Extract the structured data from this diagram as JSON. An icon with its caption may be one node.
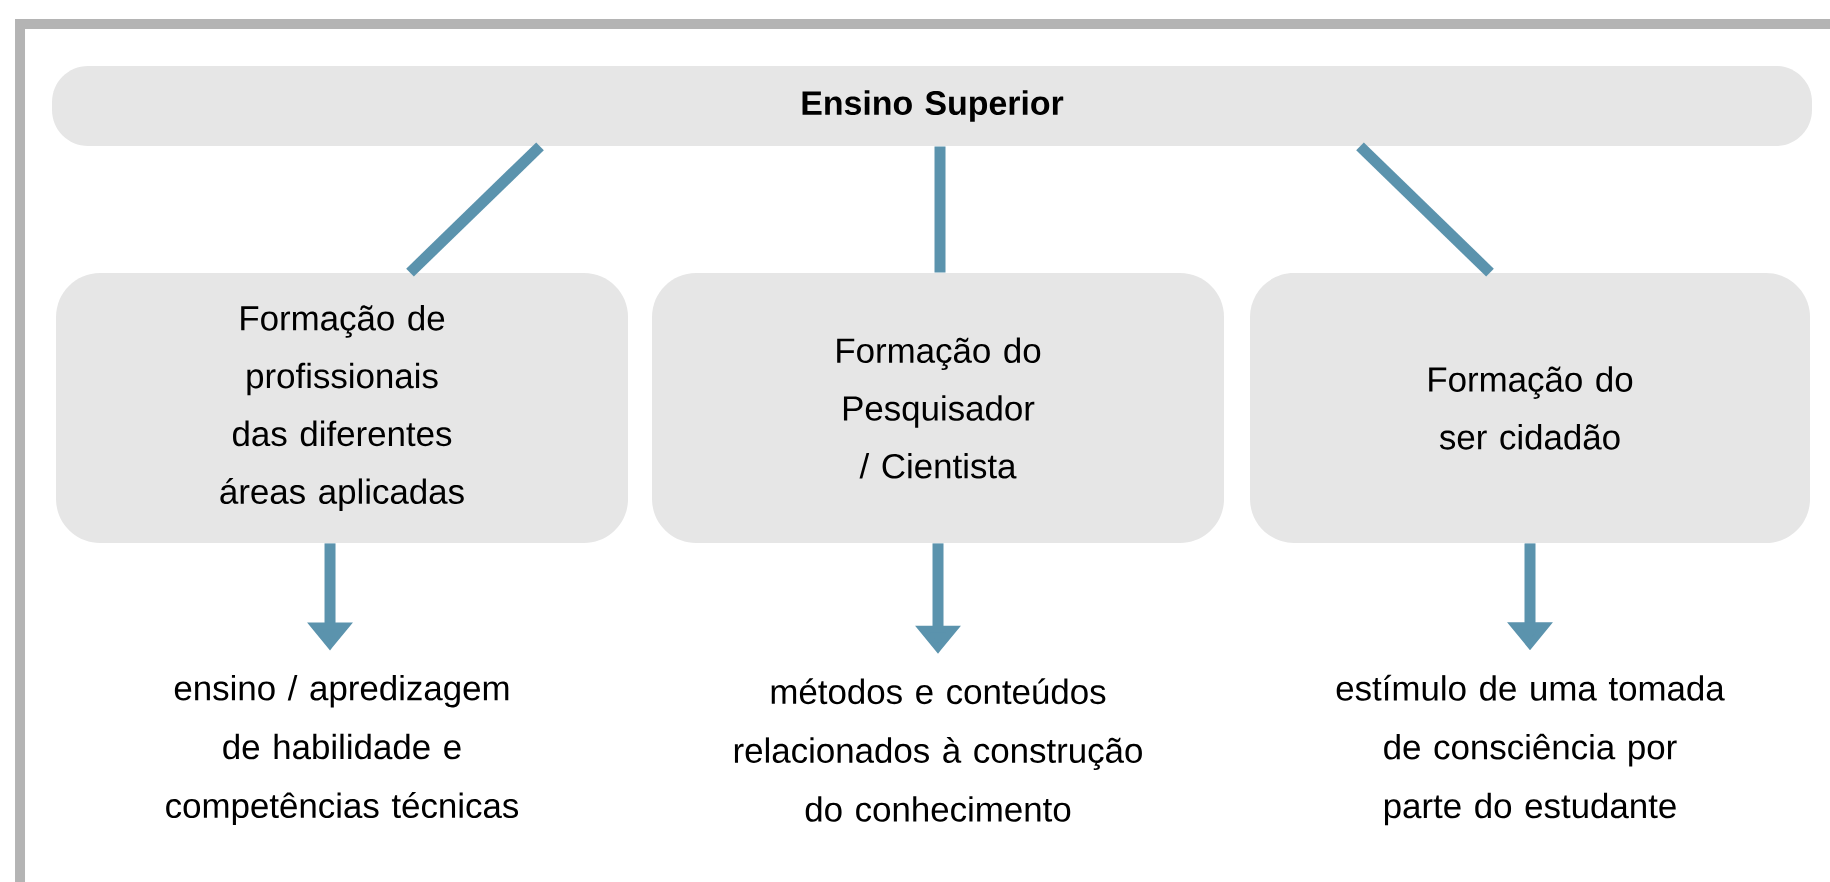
{
  "diagram": {
    "nodes": [
      {
        "text": [
          "Ensino Superior"
        ]
      },
      {
        "text": [
          "Formação de profissionais das diferentes áreas aplicadas"
        ]
      },
      {
        "text": [
          "Formação do Pesquisador / Cientista"
        ]
      },
      {
        "text": [
          "Formação do ser cidadão"
        ]
      },
      {
        "text": [
          "ensino / apredizagem de habilidade e competências técnicas"
        ]
      },
      {
        "text": [
          "métodos e conteúdos relacionados à construção do conhecimento"
        ]
      },
      {
        "text": [
          "estímulo de uma tomada de consciência por parte do estudante"
        ]
      }
    ],
    "edges": [
      {
        "from": 0,
        "to": 1,
        "arrow": "none"
      },
      {
        "from": 0,
        "to": 2,
        "arrow": "none"
      },
      {
        "from": 0,
        "to": 3,
        "arrow": "none"
      },
      {
        "from": 1,
        "to": 4,
        "arrow": "to"
      },
      {
        "from": 2,
        "to": 5,
        "arrow": "to"
      },
      {
        "from": 3,
        "to": 6,
        "arrow": "to"
      }
    ]
  }
}
